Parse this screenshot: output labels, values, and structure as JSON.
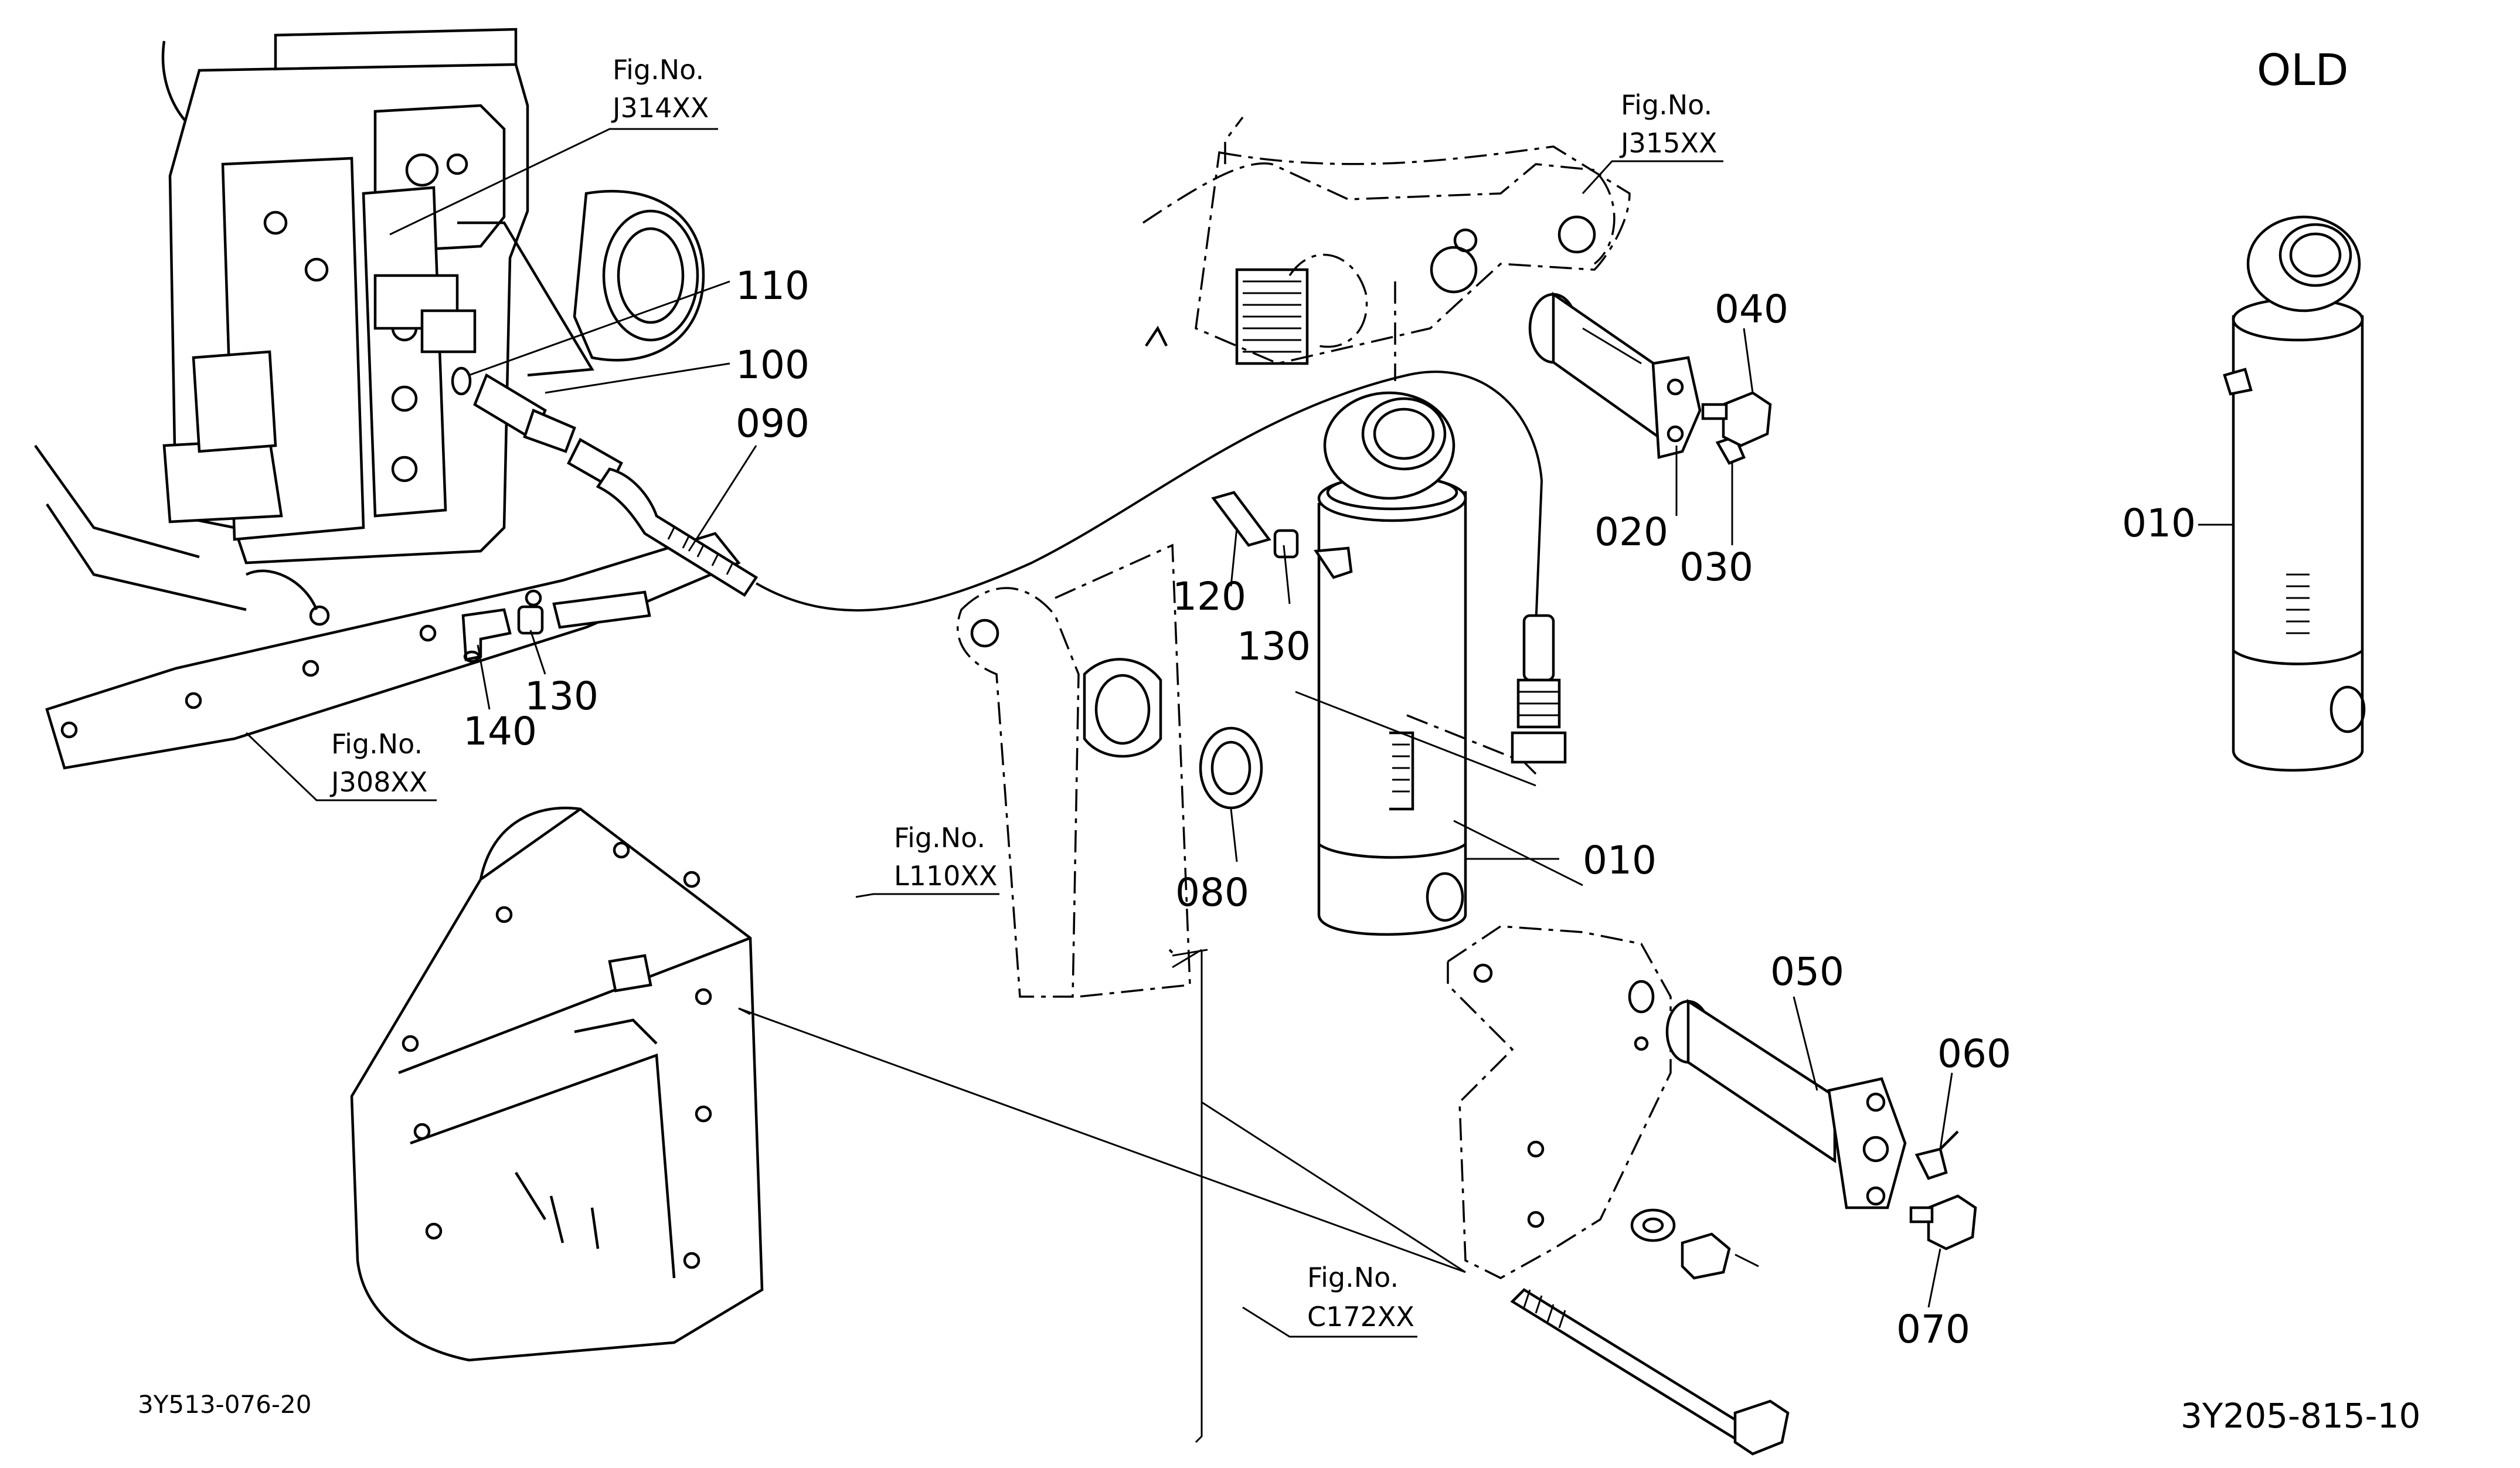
{
  "header": {
    "old_label": "OLD"
  },
  "part_numbers": {
    "p010": "010",
    "p010_old": "010",
    "p020": "020",
    "p030": "030",
    "p040": "040",
    "p050": "050",
    "p060": "060",
    "p070": "070",
    "p080": "080",
    "p090": "090",
    "p100": "100",
    "p110": "110",
    "p120": "120",
    "p130_a": "130",
    "p130_b": "130",
    "p140": "140"
  },
  "figure_refs": {
    "j314": {
      "label": "Fig.No.",
      "code": "J314XX"
    },
    "j315": {
      "label": "Fig.No.",
      "code": "J315XX"
    },
    "j308": {
      "label": "Fig.No.",
      "code": "J308XX"
    },
    "l110": {
      "label": "Fig.No.",
      "code": "L110XX"
    },
    "c172": {
      "label": "Fig.No.",
      "code": "C172XX"
    }
  },
  "footer": {
    "drawing_code_left": "3Y513-076-20",
    "drawing_code_right": "3Y205-815-10"
  }
}
